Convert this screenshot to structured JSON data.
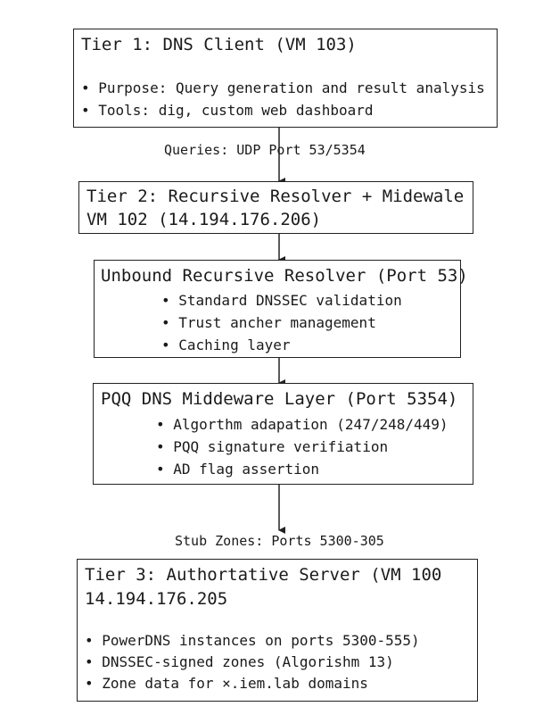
{
  "tier1": {
    "title": "Tier 1: DNS Client (VM 103)",
    "bullets": [
      "• Purpose: Query generation and result analysis",
      "•  Tools: dig, custom web dashboard"
    ]
  },
  "link1": {
    "label": "Queries: UDP Port 53/5354"
  },
  "tier2": {
    "title_line1": "Tier 2: Recursive Resolver + Midewale",
    "title_line2": "VM 102 (14.194.176.206)"
  },
  "unbound": {
    "title": "Unbound Recursive Resolver (Port 53)",
    "bullets": [
      "• Standard DNSSEC validation",
      "• Trust ancher management",
      "• Caching layer"
    ]
  },
  "middleware": {
    "title": "PQQ DNS Middeware Layer (Port 5354)",
    "bullets": [
      "• Algorthm adapation (247/248/449)",
      "• PQQ signature verifiation",
      "• AD flag assertion"
    ]
  },
  "link2": {
    "label": "Stub Zones: Ports 5300-305"
  },
  "tier3": {
    "title_line1": "Tier 3: Authortative Server (VM 100",
    "title_line2": "14.194.176.205",
    "bullets": [
      "• PowerDNS instances on ports 5300-555)",
      "• DNSSEC-signed zones (Algorishm 13)",
      "• Zone data for ×.iem.lab domains"
    ]
  }
}
